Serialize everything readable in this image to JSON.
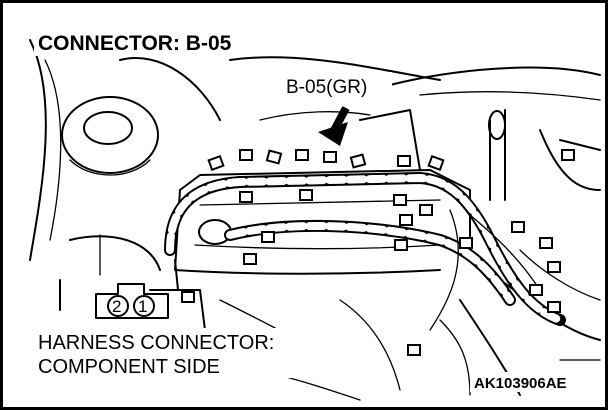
{
  "diagram": {
    "title": "CONNECTOR: B-05",
    "callout": "B-05(GR)",
    "harness_label_line1": "HARNESS CONNECTOR:",
    "harness_label_line2": "COMPONENT SIDE",
    "figure_code": "AK103906AE",
    "pins": [
      "2",
      "1"
    ]
  }
}
